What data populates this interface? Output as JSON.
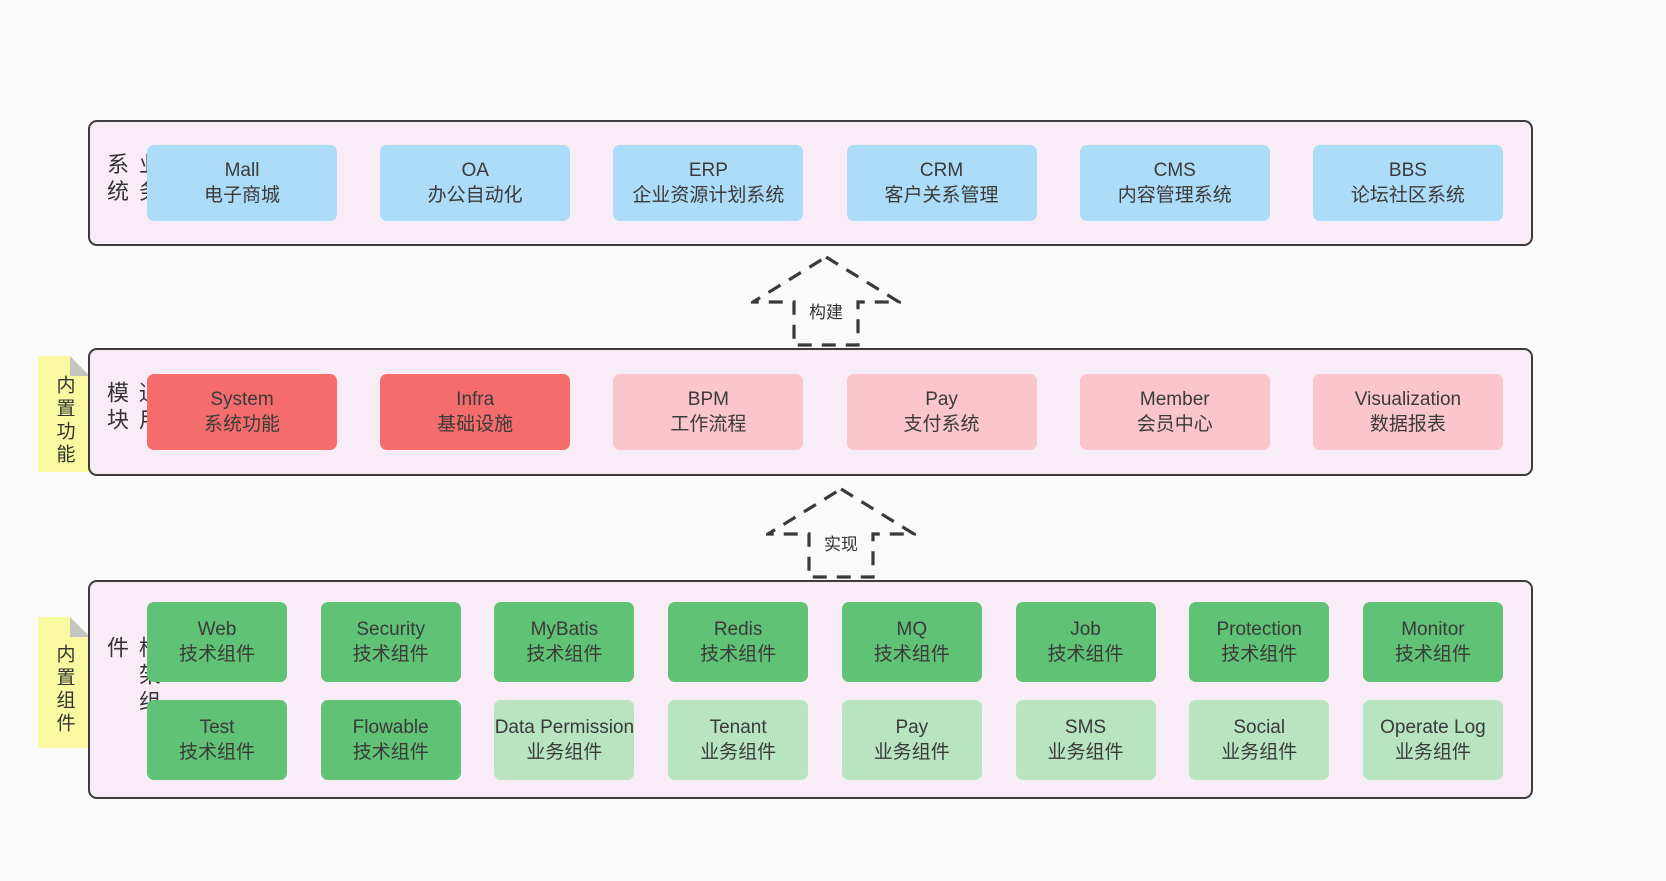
{
  "colors": {
    "page_bg": "#fafafa",
    "panel_bg": "#f8edf6",
    "panel_border": "#3b3b3b",
    "blue": "#acdcf7",
    "red": "#f56c6c",
    "pink": "#fbc5cd",
    "green": "#5fc274",
    "light_green": "#b9e4c0",
    "note_yellow": "#f8f9a0",
    "note_fold": "#c4c4c4",
    "text": "#3a3a3a"
  },
  "arrows": [
    {
      "label": "构建"
    },
    {
      "label": "实现"
    }
  ],
  "layers": [
    {
      "id": "business",
      "label": "业务系统",
      "note": null,
      "rows": [
        {
          "boxes": [
            {
              "title": "Mall",
              "subtitle": "电子商城",
              "variant": "blue"
            },
            {
              "title": "OA",
              "subtitle": "办公自动化",
              "variant": "blue"
            },
            {
              "title": "ERP",
              "subtitle": "企业资源计划系统",
              "variant": "blue"
            },
            {
              "title": "CRM",
              "subtitle": "客户关系管理",
              "variant": "blue"
            },
            {
              "title": "CMS",
              "subtitle": "内容管理系统",
              "variant": "blue"
            },
            {
              "title": "BBS",
              "subtitle": "论坛社区系统",
              "variant": "blue"
            }
          ]
        }
      ]
    },
    {
      "id": "modules",
      "label": "通用模块",
      "note": "内置功能",
      "rows": [
        {
          "boxes": [
            {
              "title": "System",
              "subtitle": "系统功能",
              "variant": "red"
            },
            {
              "title": "Infra",
              "subtitle": "基础设施",
              "variant": "red"
            },
            {
              "title": "BPM",
              "subtitle": "工作流程",
              "variant": "pink"
            },
            {
              "title": "Pay",
              "subtitle": "支付系统",
              "variant": "pink"
            },
            {
              "title": "Member",
              "subtitle": "会员中心",
              "variant": "pink"
            },
            {
              "title": "Visualization",
              "subtitle": "数据报表",
              "variant": "pink"
            }
          ]
        }
      ]
    },
    {
      "id": "components",
      "label": "框架组件",
      "note": "内置组件",
      "rows": [
        {
          "boxes": [
            {
              "title": "Web",
              "subtitle": "技术组件",
              "variant": "green"
            },
            {
              "title": "Security",
              "subtitle": "技术组件",
              "variant": "green"
            },
            {
              "title": "MyBatis",
              "subtitle": "技术组件",
              "variant": "green"
            },
            {
              "title": "Redis",
              "subtitle": "技术组件",
              "variant": "green"
            },
            {
              "title": "MQ",
              "subtitle": "技术组件",
              "variant": "green"
            },
            {
              "title": "Job",
              "subtitle": "技术组件",
              "variant": "green"
            },
            {
              "title": "Protection",
              "subtitle": "技术组件",
              "variant": "green"
            },
            {
              "title": "Monitor",
              "subtitle": "技术组件",
              "variant": "green"
            }
          ]
        },
        {
          "boxes": [
            {
              "title": "Test",
              "subtitle": "技术组件",
              "variant": "green"
            },
            {
              "title": "Flowable",
              "subtitle": "技术组件",
              "variant": "green"
            },
            {
              "title": "Data Permission",
              "subtitle": "业务组件",
              "variant": "lightgreen"
            },
            {
              "title": "Tenant",
              "subtitle": "业务组件",
              "variant": "lightgreen"
            },
            {
              "title": "Pay",
              "subtitle": "业务组件",
              "variant": "lightgreen"
            },
            {
              "title": "SMS",
              "subtitle": "业务组件",
              "variant": "lightgreen"
            },
            {
              "title": "Social",
              "subtitle": "业务组件",
              "variant": "lightgreen"
            },
            {
              "title": "Operate Log",
              "subtitle": "业务组件",
              "variant": "lightgreen"
            }
          ]
        }
      ]
    }
  ]
}
